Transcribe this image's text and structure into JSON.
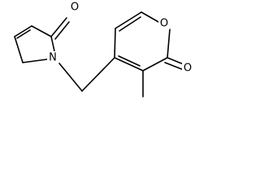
{
  "structure": {
    "atoms": {
      "oxygen_top": "O",
      "nitrogen": "N",
      "oxygen_ring": "O",
      "oxygen_right": "O"
    },
    "colors": {
      "bond": "#000000",
      "background": "#ffffff"
    }
  }
}
